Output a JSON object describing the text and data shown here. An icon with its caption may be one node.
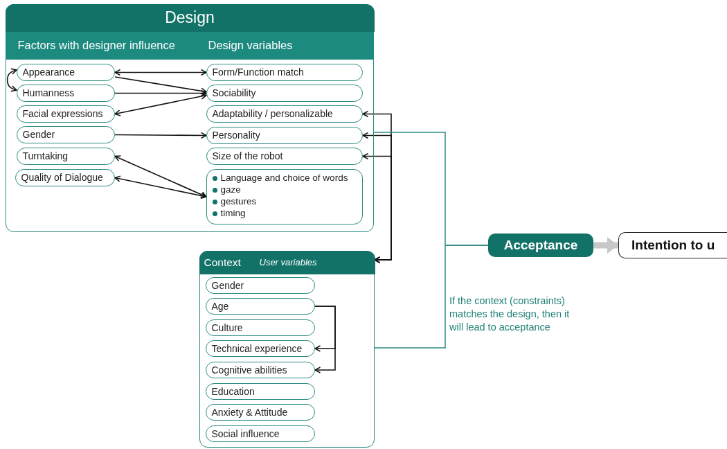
{
  "diagram": {
    "nodes": [
      {
        "text": [
          "Design",
          "Factors with designer influence",
          "Design variables"
        ]
      },
      {
        "text": [
          "Appearance"
        ],
        "in": 0
      },
      {
        "text": [
          "Humanness"
        ],
        "in": 0
      },
      {
        "text": [
          "Facial expressions"
        ],
        "in": 0
      },
      {
        "text": [
          "Gender"
        ],
        "in": 0
      },
      {
        "text": [
          "Turntaking"
        ],
        "in": 0
      },
      {
        "text": [
          "Quality of Dialogue"
        ],
        "in": 0
      },
      {
        "text": [
          "Form/Function match"
        ],
        "in": 0
      },
      {
        "text": [
          "Sociability"
        ],
        "in": 0
      },
      {
        "text": [
          "Adaptability / personalizable"
        ],
        "in": 0
      },
      {
        "text": [
          "Personality"
        ],
        "in": 0
      },
      {
        "text": [
          "Size of the robot"
        ],
        "in": 0
      },
      {
        "text": [
          "Language and choice of words",
          "gaze",
          "gestures",
          "timing"
        ],
        "in": 0
      },
      {
        "text": [
          "Context",
          "User variables"
        ]
      },
      {
        "text": [
          "Gender"
        ],
        "in": 13
      },
      {
        "text": [
          "Age"
        ],
        "in": 13
      },
      {
        "text": [
          "Culture"
        ],
        "in": 13
      },
      {
        "text": [
          "Technical experience"
        ],
        "in": 13
      },
      {
        "text": [
          "Cognitive abilities"
        ],
        "in": 13
      },
      {
        "text": [
          "Education"
        ],
        "in": 13
      },
      {
        "text": [
          "Anxiety & Attitude"
        ],
        "in": 13
      },
      {
        "text": [
          "Social influence"
        ],
        "in": 13
      },
      {
        "text": [
          "Acceptance"
        ]
      },
      {
        "text": [
          "Intention to u"
        ]
      }
    ],
    "edges": [
      {
        "from": 1,
        "to": 7,
        "arrow": "both"
      },
      {
        "from": 1,
        "to": 8,
        "arrow": "to"
      },
      {
        "from": 2,
        "to": 8,
        "arrow": "to"
      },
      {
        "from": 3,
        "to": 8,
        "arrow": "both"
      },
      {
        "from": 1,
        "to": 2,
        "arrow": "both"
      },
      {
        "from": 4,
        "to": 10,
        "arrow": "to"
      },
      {
        "from": 5,
        "to": 12,
        "arrow": "both"
      },
      {
        "from": 6,
        "to": 12,
        "arrow": "both"
      },
      {
        "from": 13,
        "to": 9,
        "arrow": "both"
      },
      {
        "from": 13,
        "to": 10,
        "arrow": "both"
      },
      {
        "from": 13,
        "to": 11,
        "arrow": "both"
      },
      {
        "from": 0,
        "to": 22,
        "arrow": "none",
        "color": "#2e8b84"
      },
      {
        "from": 13,
        "to": 22,
        "arrow": "none",
        "color": "#2e8b84"
      },
      {
        "from": 15,
        "to": 17,
        "arrow": "to"
      },
      {
        "from": 15,
        "to": 18,
        "arrow": "to"
      },
      {
        "from": 22,
        "to": 23,
        "arrow": "to",
        "style": "thick",
        "color": "#c8c8c8"
      }
    ],
    "labels": [
      "If the context (constraints) matches the design, then it will lead to acceptance"
    ]
  }
}
